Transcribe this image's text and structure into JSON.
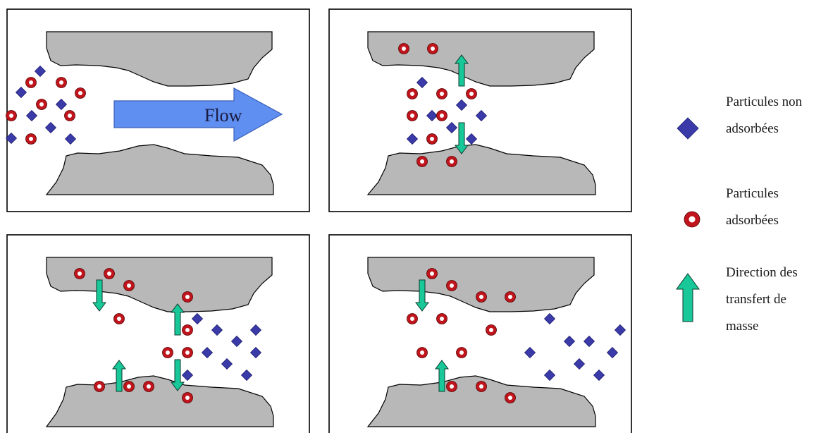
{
  "flow_label": "Flow",
  "legend": {
    "non_adsorbed": {
      "line1": "Particules non",
      "line2": "adsorbées",
      "icon": "blue-diamond",
      "color": "#3a3aa8"
    },
    "adsorbed": {
      "line1": "Particules",
      "line2": "adsorbées",
      "icon": "red-ring",
      "color": "#c0151c"
    },
    "mass_transfer": {
      "line1": "Direction des",
      "line2": "transfert de",
      "line3": "masse",
      "icon": "green-arrow",
      "color": "#18c898"
    }
  },
  "colors": {
    "rock": "#b8b8b8",
    "flow_arrow": "#5f8ff0"
  }
}
